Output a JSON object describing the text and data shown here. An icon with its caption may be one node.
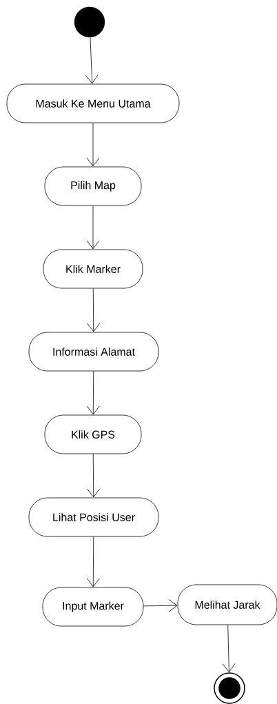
{
  "diagram": {
    "nodes": [
      {
        "text": [],
        "shape": "circle"
      },
      {
        "text": [
          "Masuk Ke Menu Utama"
        ]
      },
      {
        "text": [
          "Pilih Map"
        ]
      },
      {
        "text": [
          "Klik Marker"
        ]
      },
      {
        "text": [
          "Informasi Alamat"
        ]
      },
      {
        "text": [
          "Klik GPS"
        ]
      },
      {
        "text": [
          "Lihat Posisi User"
        ]
      },
      {
        "text": [
          "Input Marker"
        ]
      },
      {
        "text": [
          "Melihat Jarak"
        ]
      },
      {
        "text": [],
        "shape": "bullseye"
      }
    ],
    "edges": [
      {
        "from": 0,
        "to": 1,
        "arrow": "to"
      },
      {
        "from": 1,
        "to": 2,
        "arrow": "to"
      },
      {
        "from": 2,
        "to": 3,
        "arrow": "to"
      },
      {
        "from": 3,
        "to": 4,
        "arrow": "to"
      },
      {
        "from": 4,
        "to": 5,
        "arrow": "to"
      },
      {
        "from": 5,
        "to": 6,
        "arrow": "to"
      },
      {
        "from": 6,
        "to": 7,
        "arrow": "to"
      },
      {
        "from": 7,
        "to": 8,
        "arrow": "to"
      },
      {
        "from": 8,
        "to": 9,
        "arrow": "to"
      }
    ]
  }
}
